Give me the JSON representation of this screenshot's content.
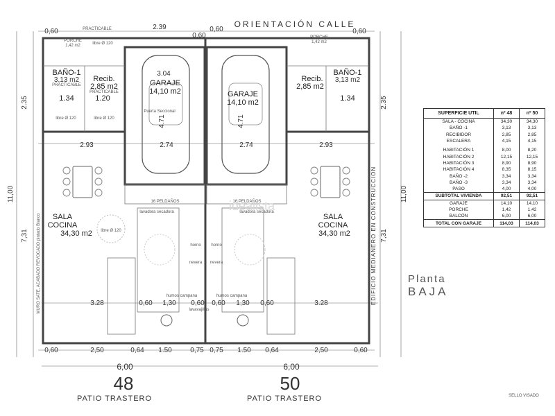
{
  "header": {
    "orientation": "ORIENTACIÓN CALLE"
  },
  "units": [
    {
      "number": "48",
      "patio": "PATIO TRASTERO",
      "garage": {
        "name": "GARAJE",
        "area": "14,10 m2",
        "number": "3.04"
      },
      "bath": {
        "name": "BAÑO-1",
        "area": "3,13 m2"
      },
      "recib": {
        "name": "Recib.",
        "area": "2,85 m2"
      },
      "living": {
        "name1": "SALA",
        "name2": "COCINA",
        "area": "34,30 m2"
      },
      "porch": {
        "name": "PORCHE",
        "value": "1,42 m2"
      }
    },
    {
      "number": "50",
      "patio": "PATIO TRASTERO",
      "garage": {
        "name": "GARAJE",
        "area": "14,10 m2"
      },
      "bath": {
        "name": "BAÑO-1",
        "area": "3,13 m2"
      },
      "recib": {
        "name": "Recib.",
        "area": "2,85 m2"
      },
      "living": {
        "name1": "SALA",
        "name2": "COCINA",
        "area": "34,30 m2"
      },
      "porch": {
        "name": "PORCHE",
        "value": "1,42 m2"
      }
    }
  ],
  "dims_top": [
    "0,60",
    "2.39",
    "0,60",
    "0,60",
    "0,60"
  ],
  "dims_mid": [
    "2.93",
    "2.74",
    "2.74",
    "2.93"
  ],
  "dims_v": [
    "2.35",
    "4.71",
    "4.71",
    "2.35",
    "11,00",
    "7,31",
    "7,31",
    "11,00",
    "1.34",
    "1.20",
    "1.34"
  ],
  "dims_kitchen": [
    "3.28",
    "0,60",
    "1,30",
    "0,60",
    "0,60",
    "1,30",
    "0,60",
    "3.28"
  ],
  "dims_bottom": [
    "0,60",
    "2,50",
    "0,64",
    "1.50",
    "0,75",
    "0,75",
    "1.50",
    "0,64",
    "2,50",
    "0,60"
  ],
  "dims_total": [
    "6,00",
    "6,00"
  ],
  "labels": {
    "practicable": "PRACTICABLE",
    "libre": "libre Ø 120",
    "peldanos": "16 PELDAÑOS",
    "lavadora": "lavadora secadora",
    "horno": "horno",
    "nevera": "nevera",
    "humos": "humos campana",
    "lavavajillas": "lavavajillas",
    "puerta": "Puerta Seccional",
    "muro": "MURO SATE, ACABADO REVOCADO pintado Blanco",
    "edificio": "EDIFICIO MEDIANERO EN CONSTRUCCION",
    "sello": "SELLO VISADO"
  },
  "watermark": "idealista",
  "planta": {
    "line1": "Planta",
    "line2": "BAJA"
  },
  "table": {
    "headers": [
      "SUPERFICIE UTIL",
      "nº 48",
      "nº 50"
    ],
    "rows": [
      [
        "SALA - COCINA",
        "34,30",
        "34,30"
      ],
      [
        "BAÑO -1",
        "3,13",
        "3,13"
      ],
      [
        "RECIBIDOR",
        "2,85",
        "2,85"
      ],
      [
        "ESCALERA",
        "4,15",
        "4,15"
      ],
      [
        "HABITACIÓN 1",
        "8,00",
        "8,20"
      ],
      [
        "HABITACIÓN 2",
        "12,15",
        "12,15"
      ],
      [
        "HABITACIÓN 3",
        "8,90",
        "8,90"
      ],
      [
        "HABITACIÓN 4",
        "8,35",
        "8,15"
      ],
      [
        "BAÑO -2",
        "3,34",
        "3,34"
      ],
      [
        "BAÑO -3",
        "3,34",
        "3,34"
      ],
      [
        "PASO",
        "4,00",
        "4,00"
      ]
    ],
    "subtotal": [
      "SUBTOTAL VIVIENDA",
      "92,51",
      "92,51"
    ],
    "extras": [
      [
        "GARAJE",
        "14,10",
        "14,10"
      ],
      [
        "PORCHE",
        "1,42",
        "1,42"
      ],
      [
        "BALCÓN",
        "6,00",
        "6,00"
      ]
    ],
    "total": [
      "TOTAL CON GARAJE",
      "114,03",
      "114,03"
    ]
  }
}
